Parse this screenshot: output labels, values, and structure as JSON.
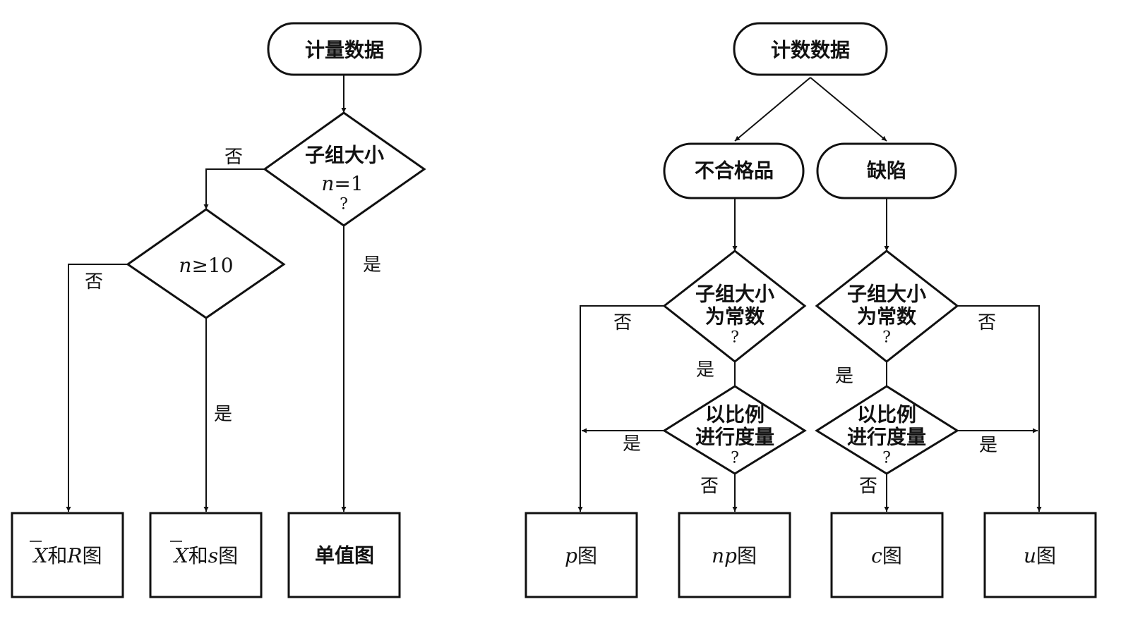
{
  "left": {
    "start": "计量数据",
    "d1": {
      "line1": "子组大小",
      "var": "n",
      "op": "=1",
      "q": "?"
    },
    "d2": {
      "var": "n",
      "op": "≥10"
    },
    "label_no_1": "否",
    "label_no_2": "否",
    "label_yes_1": "是",
    "label_yes_2": "是",
    "box1": {
      "x": "X",
      "mid": "和",
      "var": "R",
      "suffix": "图"
    },
    "box2": {
      "x": "X",
      "mid": "和",
      "var": "s",
      "suffix": "图"
    },
    "box3": "单值图"
  },
  "right": {
    "start": "计数数据",
    "cat1": "不合格品",
    "cat2": "缺陷",
    "d3": {
      "line1": "子组大小",
      "line2": "为常数",
      "q": "?"
    },
    "d4": {
      "line1": "子组大小",
      "line2": "为常数",
      "q": "?"
    },
    "d5": {
      "line1": "以比例",
      "line2": "进行度量",
      "q": "?"
    },
    "d6": {
      "line1": "以比例",
      "line2": "进行度量",
      "q": "?"
    },
    "label_no_d3": "否",
    "label_yes_d3": "是",
    "label_yes_d5": "是",
    "label_no_d5": "否",
    "label_no_d4": "否",
    "label_yes_d4": "是",
    "label_yes_d6": "是",
    "label_no_d6": "否",
    "box_p": {
      "var": "p",
      "suffix": "图"
    },
    "box_np": {
      "var": "np",
      "suffix": "图"
    },
    "box_c": {
      "var": "c",
      "suffix": "图"
    },
    "box_u": {
      "var": "u",
      "suffix": "图"
    }
  }
}
